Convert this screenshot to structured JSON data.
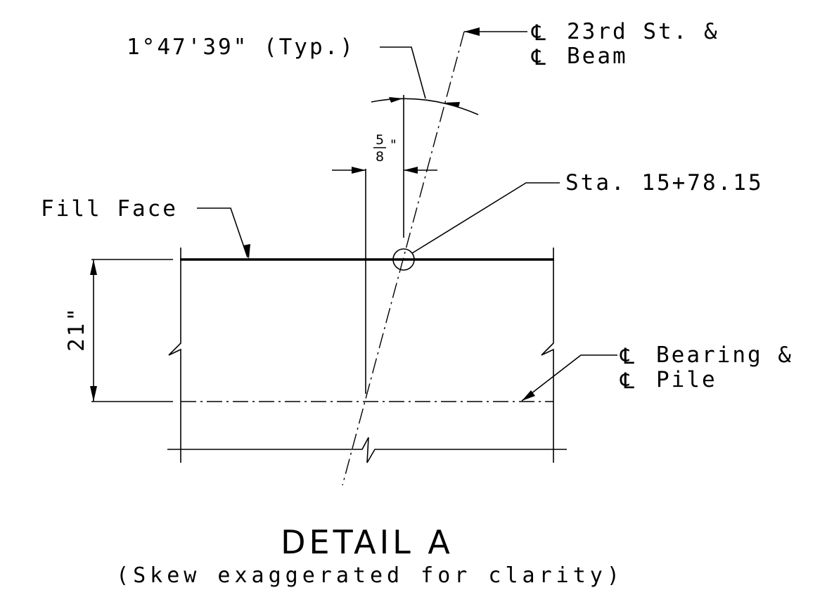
{
  "detail": {
    "title": "DETAIL A",
    "subtitle": "(Skew exaggerated for clarity)"
  },
  "labels": {
    "angle": "1°47'39\" (Typ.)",
    "cl_street_line1": "23rd St. &",
    "cl_street_line2": "Beam",
    "station": "Sta. 15+78.15",
    "fill_face": "Fill Face",
    "cl_bearing_line1": "Bearing &",
    "cl_bearing_line2": "Pile",
    "depth_dim": "21\"",
    "offset_num": "5",
    "offset_den": "8",
    "offset_unit": "\""
  },
  "symbols": {
    "centerline": "℄"
  }
}
